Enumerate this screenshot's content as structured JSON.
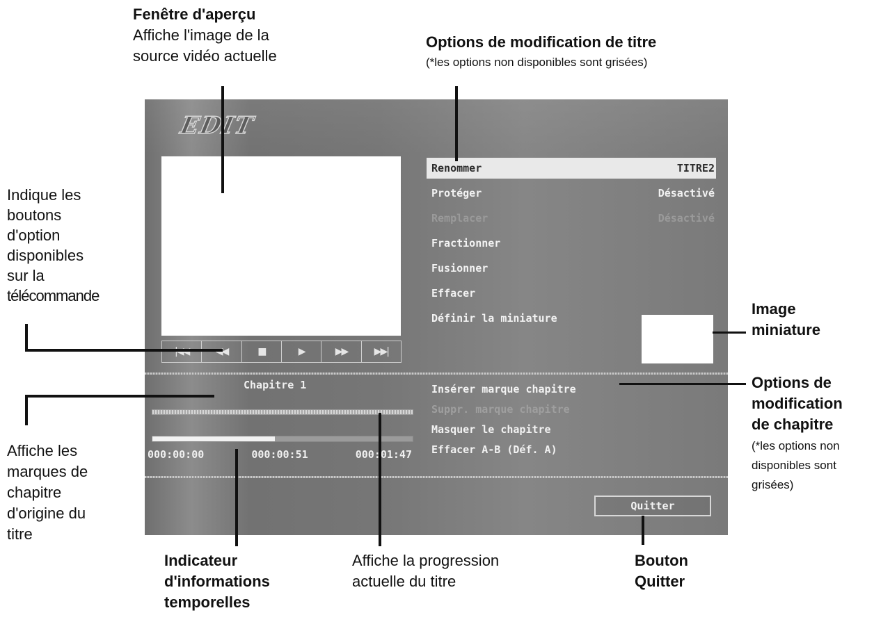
{
  "annotations": {
    "preview": {
      "title": "Fenêtre d'aperçu",
      "lines": [
        "Affiche l'image de la",
        "source vidéo actuelle"
      ]
    },
    "title_options": {
      "title": "Options de modification de titre",
      "note": "(*les options non disponibles sont grisées)"
    },
    "remote_buttons": {
      "lines": [
        "Indique les",
        "boutons",
        "d'option",
        "disponibles",
        "sur la",
        "télécommande"
      ]
    },
    "thumbnail": {
      "lines": [
        "Image",
        "miniature"
      ]
    },
    "chapter_options": {
      "lines": [
        "Options de",
        "modification",
        "de chapitre"
      ],
      "note_lines": [
        "(*les options non",
        "disponibles sont",
        "grisées)"
      ]
    },
    "chapter_marks": {
      "lines": [
        "Affiche les",
        "marques de",
        "chapitre",
        "d'origine du",
        "titre"
      ]
    },
    "time_info": {
      "lines": [
        "Indicateur",
        "d'informations",
        "temporelles"
      ]
    },
    "progress": {
      "lines": [
        "Affiche la progression",
        "actuelle du titre"
      ]
    },
    "quit": {
      "lines": [
        "Bouton",
        "Quitter"
      ]
    }
  },
  "screen": {
    "logo": "EDIT",
    "controls": [
      {
        "icon": "skip-back-icon",
        "glyph": "|◀◀"
      },
      {
        "icon": "rewind-icon",
        "glyph": "◀◀"
      },
      {
        "icon": "stop-icon",
        "glyph": "■"
      },
      {
        "icon": "play-icon",
        "glyph": "▶"
      },
      {
        "icon": "fast-forward-icon",
        "glyph": "▶▶"
      },
      {
        "icon": "skip-forward-icon",
        "glyph": "▶▶|"
      }
    ],
    "title_menu": [
      {
        "label": "Renommer",
        "value": "TITRE2",
        "selected": true,
        "disabled": false
      },
      {
        "label": "Protéger",
        "value": "Désactivé",
        "selected": false,
        "disabled": false
      },
      {
        "label": "Remplacer",
        "value": "Désactivé",
        "selected": false,
        "disabled": true
      },
      {
        "label": "Fractionner",
        "value": "",
        "selected": false,
        "disabled": false
      },
      {
        "label": "Fusionner",
        "value": "",
        "selected": false,
        "disabled": false
      },
      {
        "label": "Effacer",
        "value": "",
        "selected": false,
        "disabled": false
      },
      {
        "label": "Définir la miniature",
        "value": "",
        "selected": false,
        "disabled": false
      }
    ],
    "chapter_label": "Chapitre 1",
    "progress_fraction": 0.47,
    "times": [
      "000:00:00",
      "000:00:51",
      "000:01:47"
    ],
    "chapter_menu": [
      {
        "label": "Insérer marque chapitre",
        "disabled": false
      },
      {
        "label": "Suppr. marque chapitre",
        "disabled": true
      },
      {
        "label": "Masquer le chapitre",
        "disabled": false
      },
      {
        "label": "Effacer A-B (Déf. A)",
        "disabled": false
      }
    ],
    "quit_label": "Quitter"
  }
}
